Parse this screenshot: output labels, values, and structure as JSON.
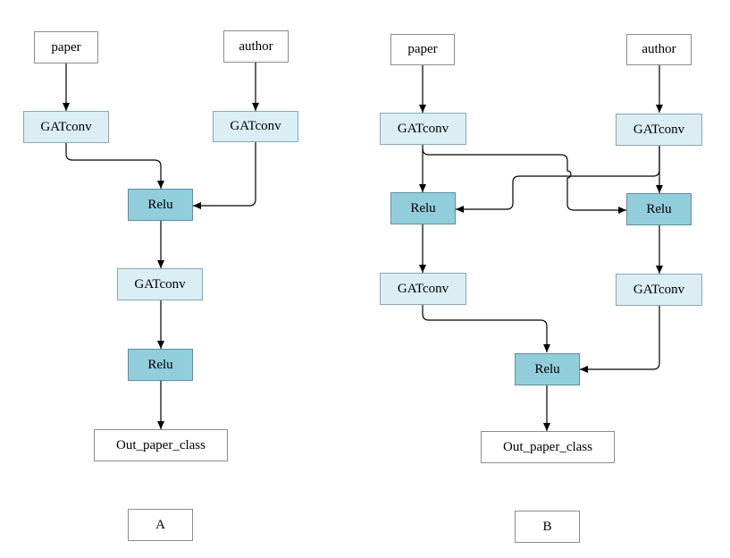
{
  "panel_a": {
    "label": "A",
    "paper": "paper",
    "author": "author",
    "gatconv_paper": "GATconv",
    "gatconv_author": "GATconv",
    "relu_1": "Relu",
    "gatconv_2": "GATconv",
    "relu_2": "Relu",
    "output": "Out_paper_class"
  },
  "panel_b": {
    "label": "B",
    "paper": "paper",
    "author": "author",
    "gatconv_paper": "GATconv",
    "gatconv_author": "GATconv",
    "relu_left": "Relu",
    "relu_right": "Relu",
    "gatconv_left": "GATconv",
    "gatconv_right": "GATconv",
    "relu_final": "Relu",
    "output": "Out_paper_class"
  },
  "colors": {
    "input_fill": "#ffffff",
    "gatconv_fill": "#daeef3",
    "relu_fill": "#92cddc",
    "edge": "#000000"
  }
}
